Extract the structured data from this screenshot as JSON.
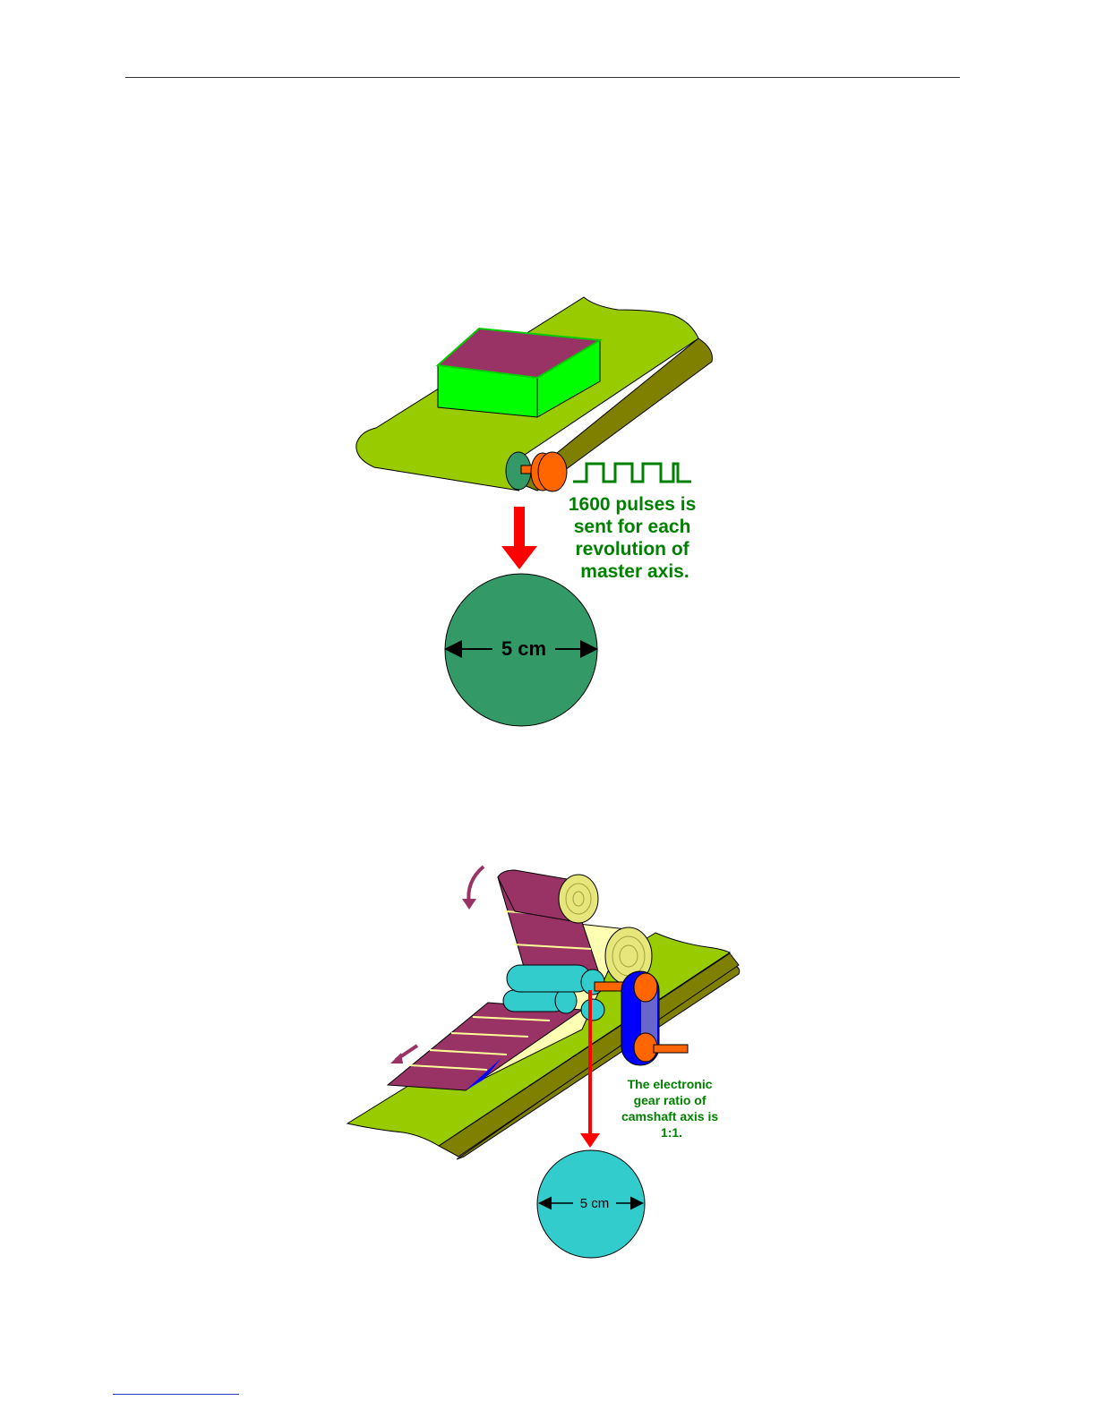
{
  "figure1": {
    "pulse_note": [
      "1600 pulses is",
      "sent for each",
      "revolution of",
      "master axis."
    ],
    "diameter_label": "5 cm"
  },
  "figure2": {
    "gear_note": [
      "The electronic",
      "gear ratio of",
      "camshaft axis is",
      "1:1."
    ],
    "diameter_label": "5 cm"
  },
  "colors": {
    "belt_top": "#99cc00",
    "belt_side": "#808000",
    "box_side": "#00ff00",
    "box_top": "#993366",
    "roller_master": "#339966",
    "encoder": "#ff6600",
    "arrow": "#ff0000",
    "note_text": "#008000",
    "roller_cam": "#33cccc",
    "label_roll": "#e6e67a",
    "belt_drive": "#0000ff"
  }
}
